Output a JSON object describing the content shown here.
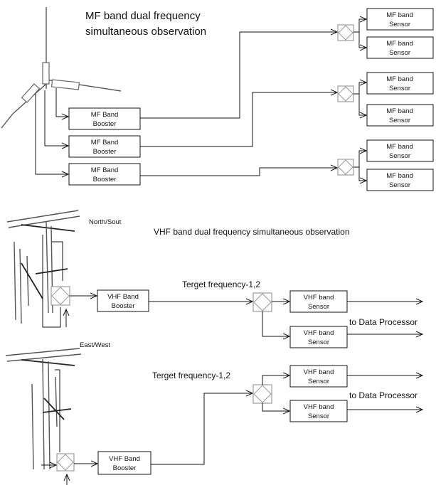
{
  "mf_section": {
    "title_line1": "MF band dual frequency",
    "title_line2": "simultaneous observation",
    "boosters": [
      {
        "line1": "MF Band",
        "line2": "Booster"
      },
      {
        "line1": "MF Band",
        "line2": "Booster"
      },
      {
        "line1": "MF Band",
        "line2": "Booster"
      }
    ],
    "sensors": [
      {
        "line1": "MF band",
        "line2": "Sensor"
      },
      {
        "line1": "MF band",
        "line2": "Sensor"
      },
      {
        "line1": "MF band",
        "line2": "Sensor"
      },
      {
        "line1": "MF band",
        "line2": "Sensor"
      },
      {
        "line1": "MF band",
        "line2": "Sensor"
      },
      {
        "line1": "MF band",
        "line2": "Sensor"
      }
    ]
  },
  "vhf_section": {
    "title": "VHF band dual frequency simultaneous observation",
    "north_label": "North/Sout",
    "east_label": "East/West",
    "target_label_1": "Terget frequency-1,2",
    "target_label_2": "Terget frequency-1,2",
    "booster_top": {
      "line1": "VHF Band",
      "line2": "Booster"
    },
    "booster_bottom": {
      "line1": "VHF Band",
      "line2": "Booster"
    },
    "sensors": [
      {
        "line1": "VHF band",
        "line2": "Sensor"
      },
      {
        "line1": "VHF band",
        "line2": "Sensor"
      },
      {
        "line1": "VHF band",
        "line2": "Sensor"
      },
      {
        "line1": "VHF band",
        "line2": "Sensor"
      }
    ],
    "output_label_1": "to Data Processor",
    "output_label_2": "to Data Processor"
  }
}
